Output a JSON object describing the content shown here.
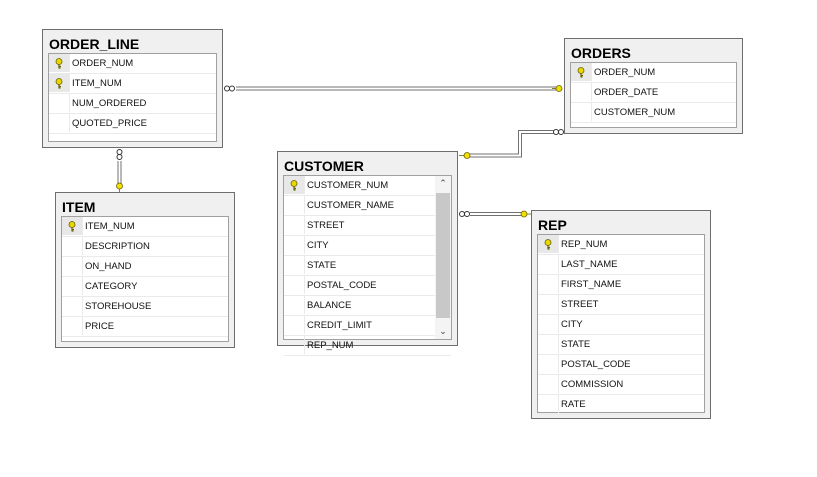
{
  "tables": {
    "order_line": {
      "title": "ORDER_LINE",
      "columns": [
        {
          "name": "ORDER_NUM",
          "key": true
        },
        {
          "name": "ITEM_NUM",
          "key": true
        },
        {
          "name": "NUM_ORDERED",
          "key": false
        },
        {
          "name": "QUOTED_PRICE",
          "key": false
        }
      ]
    },
    "orders": {
      "title": "ORDERS",
      "columns": [
        {
          "name": "ORDER_NUM",
          "key": true
        },
        {
          "name": "ORDER_DATE",
          "key": false
        },
        {
          "name": "CUSTOMER_NUM",
          "key": false
        }
      ]
    },
    "item": {
      "title": "ITEM",
      "columns": [
        {
          "name": "ITEM_NUM",
          "key": true
        },
        {
          "name": "DESCRIPTION",
          "key": false
        },
        {
          "name": "ON_HAND",
          "key": false
        },
        {
          "name": "CATEGORY",
          "key": false
        },
        {
          "name": "STOREHOUSE",
          "key": false
        },
        {
          "name": "PRICE",
          "key": false
        }
      ]
    },
    "customer": {
      "title": "CUSTOMER",
      "scrollable": true,
      "columns": [
        {
          "name": "CUSTOMER_NUM",
          "key": true
        },
        {
          "name": "CUSTOMER_NAME",
          "key": false
        },
        {
          "name": "STREET",
          "key": false
        },
        {
          "name": "CITY",
          "key": false
        },
        {
          "name": "STATE",
          "key": false
        },
        {
          "name": "POSTAL_CODE",
          "key": false
        },
        {
          "name": "BALANCE",
          "key": false
        },
        {
          "name": "CREDIT_LIMIT",
          "key": false
        },
        {
          "name": "REP_NUM",
          "key": false
        }
      ]
    },
    "rep": {
      "title": "REP",
      "columns": [
        {
          "name": "REP_NUM",
          "key": true
        },
        {
          "name": "LAST_NAME",
          "key": false
        },
        {
          "name": "FIRST_NAME",
          "key": false
        },
        {
          "name": "STREET",
          "key": false
        },
        {
          "name": "CITY",
          "key": false
        },
        {
          "name": "STATE",
          "key": false
        },
        {
          "name": "POSTAL_CODE",
          "key": false
        },
        {
          "name": "COMMISSION",
          "key": false
        },
        {
          "name": "RATE",
          "key": false
        }
      ]
    }
  },
  "relationships": [
    {
      "from": "order_line",
      "to": "orders",
      "many_end": "order_line",
      "one_end": "orders"
    },
    {
      "from": "order_line",
      "to": "item",
      "many_end": "order_line",
      "one_end": "item"
    },
    {
      "from": "orders",
      "to": "customer",
      "many_end": "orders",
      "one_end": "customer"
    },
    {
      "from": "customer",
      "to": "rep",
      "many_end": "customer",
      "one_end": "rep"
    }
  ],
  "colors": {
    "key": "#e8d800",
    "line": "#707070"
  }
}
